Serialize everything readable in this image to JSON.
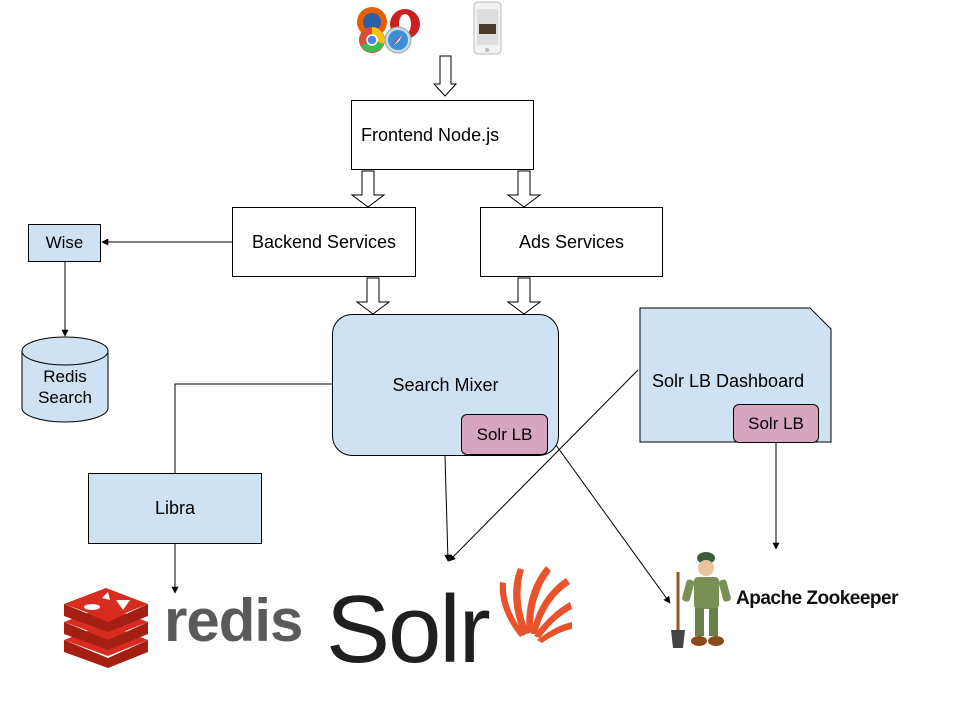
{
  "nodes": {
    "frontend": "Frontend Node.js",
    "backend": "Backend Services",
    "ads": "Ads Services",
    "wise": "Wise",
    "redis_search": [
      "Redis",
      "Search"
    ],
    "search_mixer": "Search Mixer",
    "mixer_solr_lb": "Solr LB",
    "dashboard": "Solr LB Dashboard",
    "dashboard_solr_lb": "Solr LB",
    "libra": "Libra"
  },
  "logos": {
    "redis": "redis",
    "solr": "Solr",
    "zookeeper": "Apache Zookeeper"
  },
  "icons": [
    "browsers-icon",
    "smartphone-icon",
    "redis-logo-icon",
    "solr-sunburst-icon",
    "zookeeper-mascot-icon"
  ],
  "colors": {
    "node_blue": "#cfe2f3",
    "node_pink": "#d5a6bd",
    "redis_red": "#d82c20",
    "solr_orange": "#e8532b"
  }
}
